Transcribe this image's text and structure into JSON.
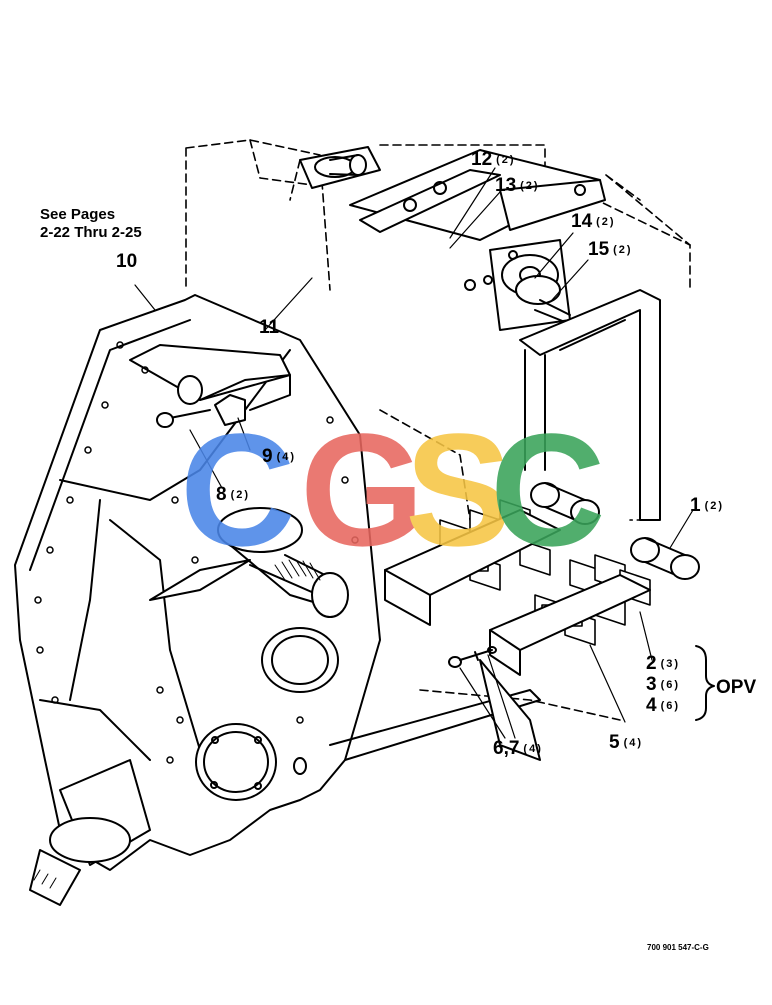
{
  "note": {
    "line1": "See Pages",
    "line2": "2-22 Thru 2-25"
  },
  "callouts": [
    {
      "part": "10",
      "qty": ""
    },
    {
      "part": "11",
      "qty": ""
    },
    {
      "part": "12",
      "qty": "(2)"
    },
    {
      "part": "13",
      "qty": "(2)"
    },
    {
      "part": "14",
      "qty": "(2)"
    },
    {
      "part": "15",
      "qty": "(2)"
    },
    {
      "part": "9",
      "qty": "(4)"
    },
    {
      "part": "8",
      "qty": "(2)"
    },
    {
      "part": "1",
      "qty": "(2)"
    },
    {
      "part": "2",
      "qty": "(3)"
    },
    {
      "part": "3",
      "qty": "(6)"
    },
    {
      "part": "4",
      "qty": "(6)"
    },
    {
      "part": "5",
      "qty": "(4)"
    },
    {
      "part": "6,7",
      "qty": "(4)"
    }
  ],
  "group_label": "OPV",
  "figure_id": "700 901 547-C-G",
  "watermark": {
    "text": "CGSC",
    "colors": [
      "#4a86e8",
      "#e8675f",
      "#f6c544",
      "#3aa35a"
    ]
  }
}
